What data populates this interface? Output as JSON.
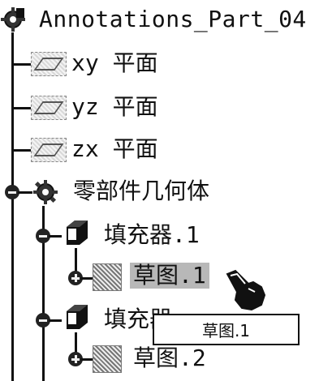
{
  "tree": {
    "root": {
      "label": "Annotations_Part_04",
      "icon": "part-gear-icon"
    },
    "planes": [
      {
        "label": "xy 平面",
        "icon": "plane-icon"
      },
      {
        "label": "yz 平面",
        "icon": "plane-icon"
      },
      {
        "label": "zx 平面",
        "icon": "plane-icon"
      }
    ],
    "body": {
      "label": "零部件几何体",
      "icon": "body-gear-icon",
      "children": [
        {
          "label": "填充器.1",
          "icon": "pad-icon",
          "children": [
            {
              "label": "草图.1",
              "icon": "sketch-icon",
              "selected": true
            }
          ]
        },
        {
          "label": "填充器",
          "icon": "pad-icon",
          "children": [
            {
              "label": "草图.2",
              "icon": "sketch-icon",
              "selected": false
            }
          ]
        }
      ]
    }
  },
  "tooltip": {
    "text": "草图.1"
  },
  "colors": {
    "line": "#111111",
    "selection": "#b8b8b8",
    "background": "#ffffff"
  }
}
